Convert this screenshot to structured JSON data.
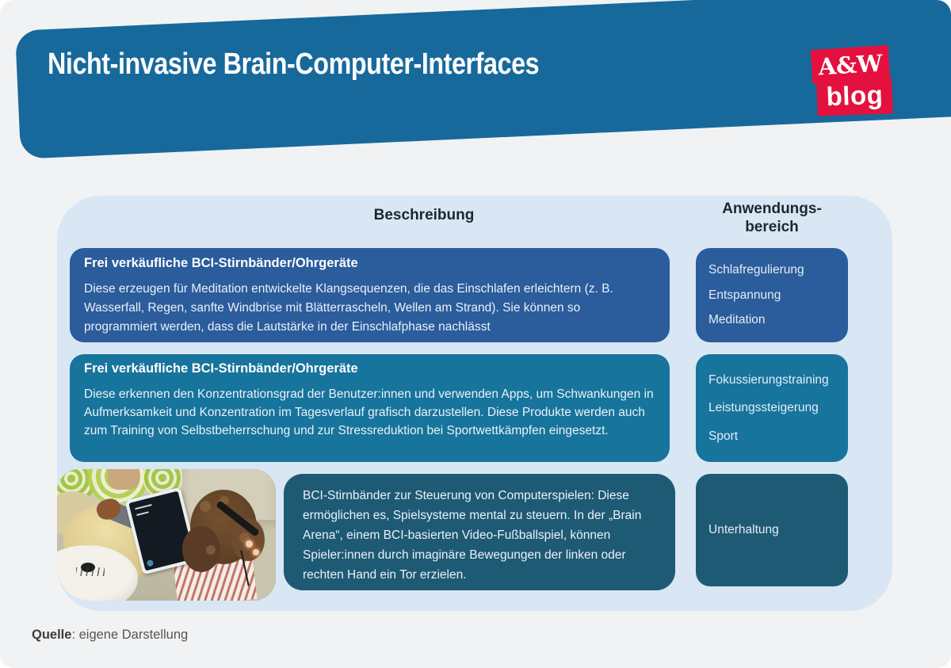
{
  "header": {
    "title": "Nicht-invasive Brain-Computer-Interfaces",
    "logo_line1": "A&W",
    "logo_line2": "blog"
  },
  "table": {
    "description_header": "Beschreibung",
    "application_header_line1": "Anwendungs-",
    "application_header_line2": "bereich",
    "rows": [
      {
        "title": "Frei verkäufliche BCI-Stirnbänder/Ohrgeräte",
        "description": "Diese erzeugen für Meditation entwickelte Klangsequenzen, die das Einschlafen erleichtern (z. B. Wasserfall, Regen, sanfte Windbrise mit Blätterrascheln, Wellen am Strand). Sie können so programmiert werden, dass die Lautstärke in der Einschlafphase nachlässt",
        "applications": [
          "Schlafregulierung",
          "Entspannung",
          "Meditation"
        ]
      },
      {
        "title": "Frei verkäufliche BCI-Stirnbänder/Ohrgeräte",
        "description": "Diese erkennen den Konzentrationsgrad der Benutzer:innen und verwenden Apps, um Schwankungen in Aufmerksamkeit und Konzentration im Tagesverlauf grafisch darzustellen. Diese Produkte werden auch zum Training von Selbstbeherrschung und zur Stressreduktion bei Sportwettkämpfen eingesetzt.",
        "applications": [
          "Fokussierungstraining",
          "Leistungssteigerung",
          "Sport"
        ]
      },
      {
        "description": "BCI-Stirnbänder zur Steuerung von Computerspielen: Diese ermöglichen es, Spielsysteme mental zu steuern. In der „Brain Arena“, einem BCI-basierten Video-Fußballspiel, können Spieler:innen durch imaginäre Bewegungen der linken oder rechten Hand ein Tor erzielen.",
        "applications": [
          "Unterhaltung"
        ]
      }
    ]
  },
  "photo": {
    "description": "Kind mit BCI-Stirnband steuert ein Tablet auf einem Sofa"
  },
  "footer": {
    "source_label": "Quelle",
    "source_rest": ": eigene Darstellung"
  },
  "colors": {
    "banner_blue": "#17699c",
    "row1_blue": "#2b5c9b",
    "row2_teal": "#17749c",
    "row3_dark_teal": "#1e5a74",
    "panel_light_blue": "#d9e6f4",
    "logo_red": "#e4113f",
    "page_background": "#f1f2f3"
  }
}
